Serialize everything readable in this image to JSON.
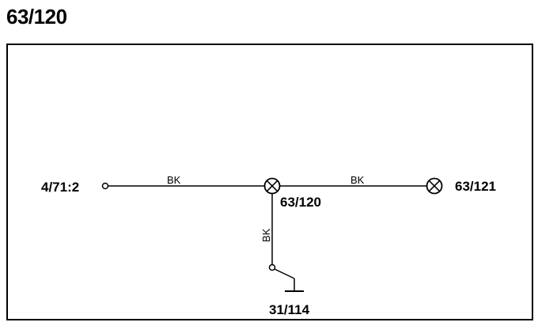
{
  "page_title": "63/120",
  "connector_left": "4/71:2",
  "connector_center": "63/120",
  "connector_right": "63/121",
  "ground": "31/114",
  "wires": {
    "left_segment": "BK",
    "right_segment": "BK",
    "vertical_segment": "BK"
  },
  "colors": {
    "line": "#000000",
    "background": "#ffffff"
  }
}
